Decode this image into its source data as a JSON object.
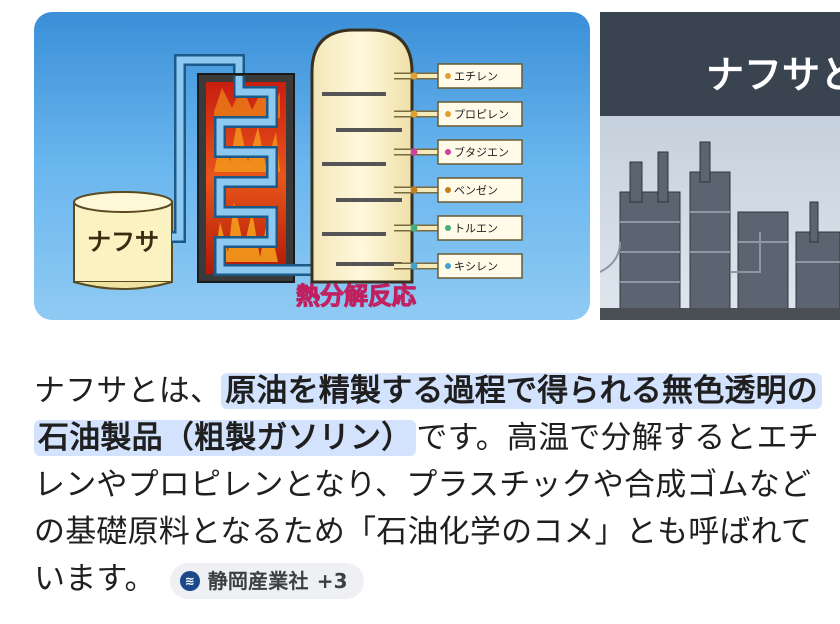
{
  "images": {
    "diagram": {
      "feed_label": "ナフサ",
      "reaction_label": "熱分解反応",
      "products": [
        {
          "label": "エチレン",
          "color": "#e0a030"
        },
        {
          "label": "プロピレン",
          "color": "#e0a030"
        },
        {
          "label": "ブタジエン",
          "color": "#d040a0"
        },
        {
          "label": "ベンゼン",
          "color": "#c08020"
        },
        {
          "label": "トルエン",
          "color": "#40b080"
        },
        {
          "label": "キシレン",
          "color": "#40a0d0"
        }
      ]
    },
    "plant": {
      "title": "ナフサと"
    }
  },
  "answer": {
    "intro": "ナフサとは、",
    "highlight": "原油を精製する過程で得られる無色透明の石油製品（粗製ガソリン）",
    "rest": "です。高温で分解するとエチレンやプロピレンとなり、プラスチックや合成ゴムなどの基礎原料となるため「石油化学のコメ」とも呼ばれています。"
  },
  "source": {
    "name": "静岡産業社",
    "more": "+3",
    "icon": "source-logo-icon"
  },
  "colors": {
    "highlight_bg": "#d3e3fd",
    "chip_bg": "#eef0f4",
    "diagram_bg": "#5aa9e6"
  }
}
